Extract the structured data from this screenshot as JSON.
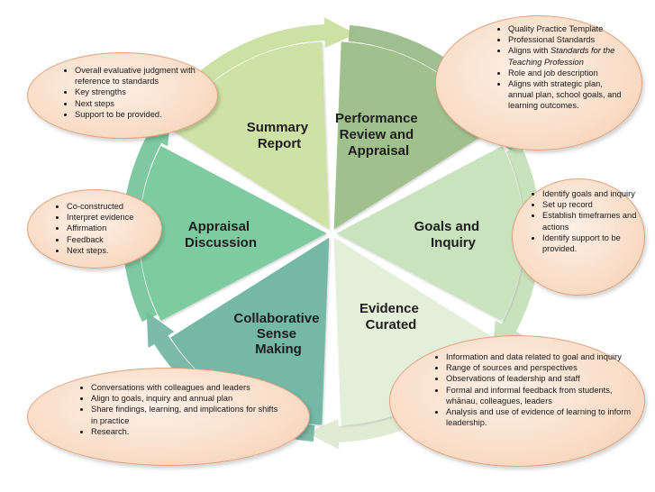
{
  "segments": [
    {
      "id": "summary",
      "title_lines": [
        "Summary",
        "Report"
      ],
      "color": "#cfe2a6"
    },
    {
      "id": "performance",
      "title_lines": [
        "Performance",
        "Review and",
        "Appraisal"
      ],
      "color": "#a0c08e"
    },
    {
      "id": "goals",
      "title_lines": [
        "Goals and",
        "Inquiry"
      ],
      "color": "#c9e3bf"
    },
    {
      "id": "evidence",
      "title_lines": [
        "Evidence",
        "Curated"
      ],
      "color": "#e4efd9"
    },
    {
      "id": "collab",
      "title_lines": [
        "Collaborative",
        "Sense",
        "Making"
      ],
      "color": "#75b8a6"
    },
    {
      "id": "appraisal",
      "title_lines": [
        "Appraisal",
        "Discussion"
      ],
      "color": "#7ecba1"
    }
  ],
  "bubbles": {
    "summary": [
      "Overall evaluative judgment with reference to standards",
      "Key strengths",
      "Next steps",
      "Support to be provided."
    ],
    "performance": [
      "Quality Practice Template",
      "Professional Standards",
      "Aligns with Standards for the Teaching Profession",
      "Role and job description",
      "Aligns with strategic plan, annual plan, school goals, and learning outcomes."
    ],
    "goals": [
      "Identify goals and inquiry",
      "Set up record",
      "Establish timeframes and actions",
      "Identify support to be provided."
    ],
    "evidence": [
      "Information and data related to goal and inquiry",
      "Range of sources and perspectives",
      "Observations of leadership and staff",
      "Formal and informal feedback from students, whānau, colleagues, leaders",
      "Analysis and use of evidence of learning to inform leadership."
    ],
    "collab": [
      "Conversations with colleagues and leaders",
      "Align to goals, inquiry and annual plan",
      "Share findings, learning, and implications for shifts in practice",
      "Research."
    ],
    "appraisal": [
      "Co-constructed",
      "Interpret evidence",
      "Affirmation",
      "Feedback",
      "Next steps."
    ]
  },
  "colors": {
    "bubble_fill": "#f9dcc6",
    "bubble_border": "#e2a17c",
    "arrow_top_left": "#c7df9a",
    "arrow_top_right": "#96b884",
    "arrow_right": "#c2dfb6",
    "arrow_bottom_right": "#dbe9cd",
    "arrow_bottom_left": "#6fb39f",
    "arrow_left": "#70c397"
  }
}
